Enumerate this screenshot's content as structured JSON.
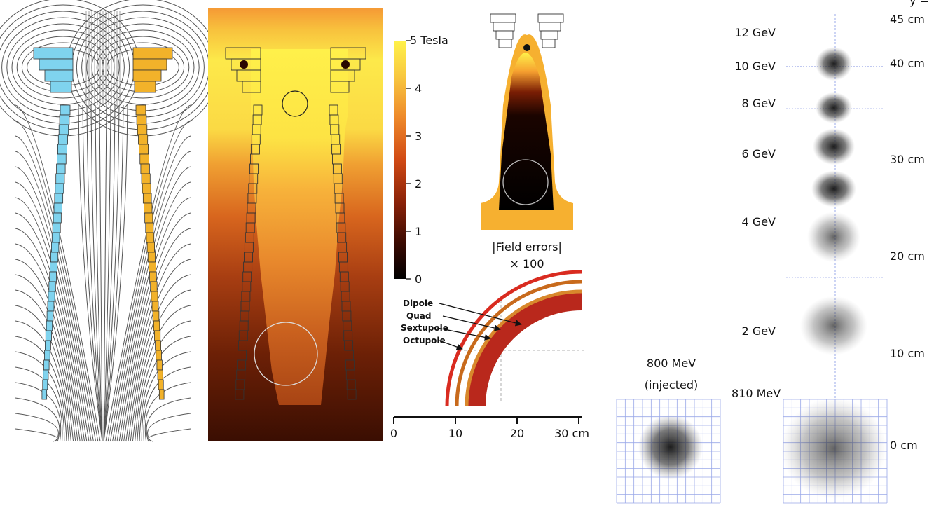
{
  "colorbar": {
    "top_label": "5 Tesla",
    "ticks": [
      "4",
      "3",
      "2",
      "1",
      "0"
    ],
    "colors": [
      "#000000",
      "#3a0a02",
      "#8a2208",
      "#d14a14",
      "#ee8a2a",
      "#f8c840",
      "#fff24a"
    ]
  },
  "field_errors": {
    "line1": "|Field errors|",
    "line2": "× 100"
  },
  "multipoles": {
    "labels": [
      "Dipole",
      "Quad",
      "Sextupole",
      "Octupole"
    ],
    "colors": [
      "#d92b20",
      "#c86a1c",
      "#d8882c",
      "#b9281c"
    ]
  },
  "scale": {
    "ticks": [
      "0",
      "10",
      "20",
      "30 cm"
    ]
  },
  "coils": {
    "left_color": "#7fd3ee",
    "right_color": "#f2b22a"
  },
  "beams": {
    "injected_label_1": "800 MeV",
    "injected_label_2": "(injected)",
    "energies": [
      {
        "label": "12 GeV",
        "y": 45
      },
      {
        "label": "10 GeV",
        "y": 40
      },
      {
        "label": "8 GeV"
      },
      {
        "label": "6 GeV",
        "y": 30
      },
      {
        "label": "4 GeV"
      },
      {
        "label": "2 GeV",
        "y": 10
      },
      {
        "label": "810 MeV",
        "y": 0
      }
    ],
    "y_axis_title": "y =",
    "y_labels": [
      "45 cm",
      "40 cm",
      "30 cm",
      "20 cm",
      "10 cm",
      "0 cm"
    ],
    "grid_color": "#9aa8e8"
  }
}
